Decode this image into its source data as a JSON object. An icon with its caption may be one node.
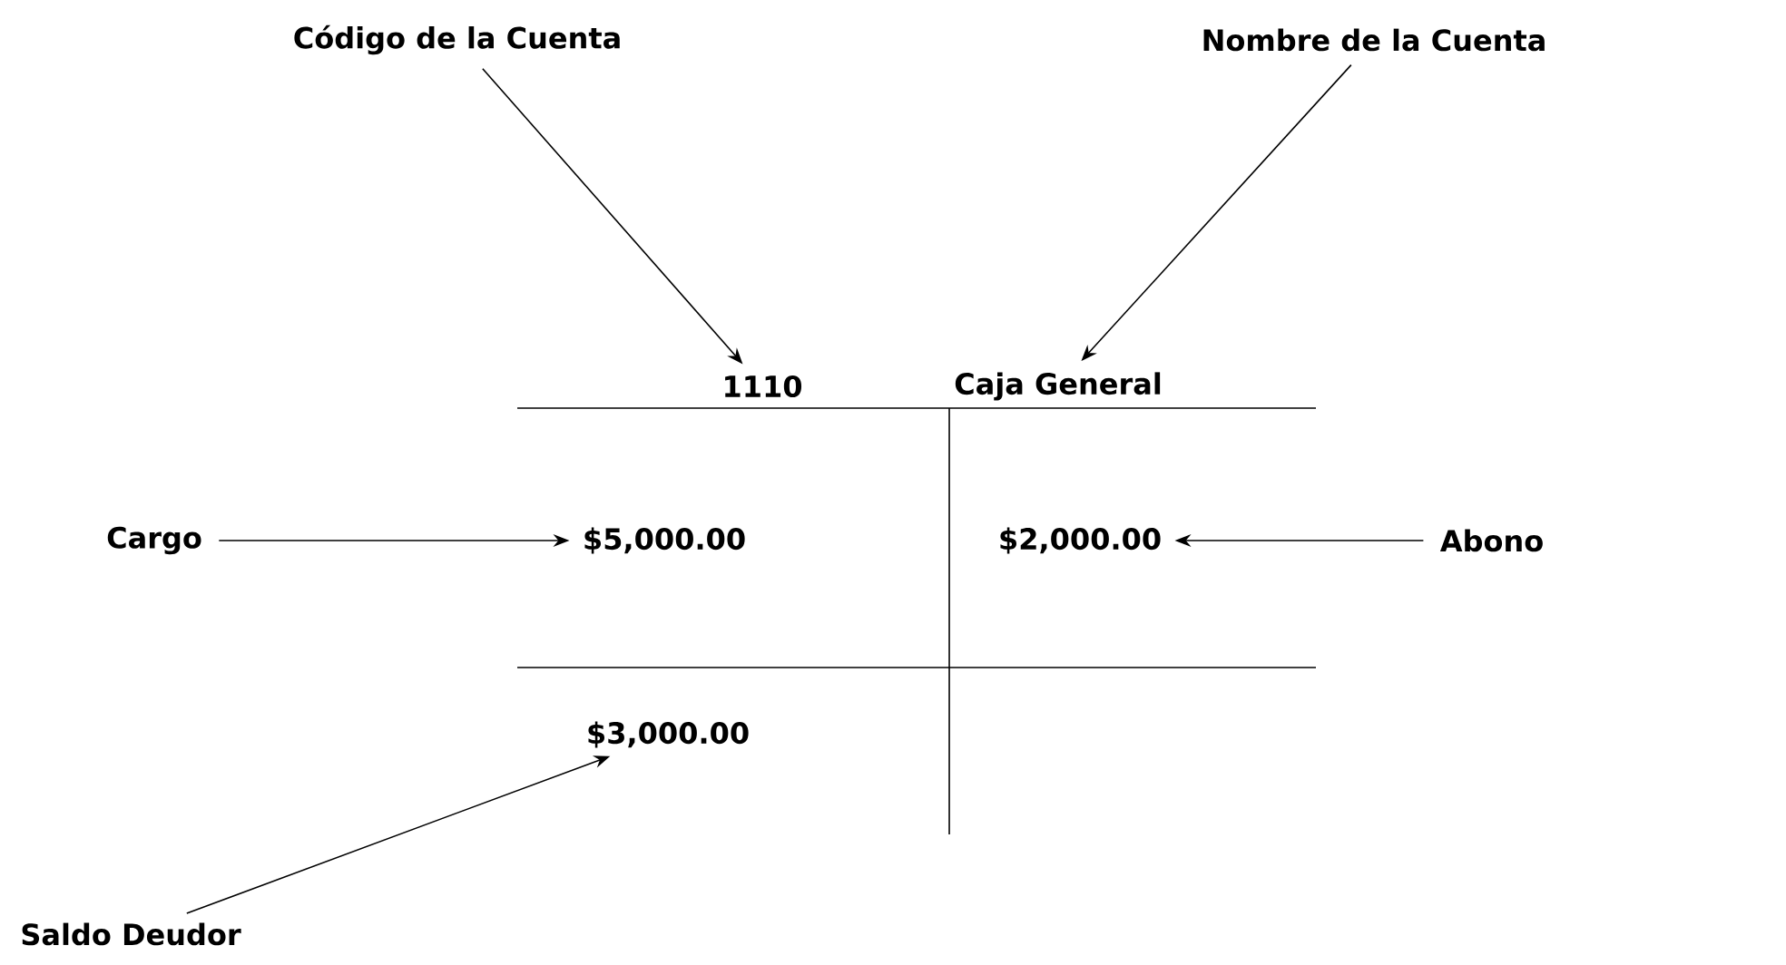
{
  "diagram": {
    "nodes": [
      {
        "text": [
          "Código de la Cuenta"
        ]
      },
      {
        "text": [
          "Nombre de la Cuenta"
        ]
      },
      {
        "text": [
          "1110"
        ]
      },
      {
        "text": [
          "Caja General"
        ]
      },
      {
        "text": [
          "Cargo"
        ]
      },
      {
        "text": [
          "$5,000.00"
        ]
      },
      {
        "text": [
          "$2,000.00"
        ]
      },
      {
        "text": [
          "Abono"
        ]
      },
      {
        "text": [
          "$3,000.00"
        ]
      },
      {
        "text": [
          "Saldo Deudor"
        ]
      }
    ],
    "edges": [
      {
        "from": 0,
        "to": 2,
        "arrow": "to"
      },
      {
        "from": 1,
        "to": 3,
        "arrow": "to"
      },
      {
        "from": 4,
        "to": 5,
        "arrow": "to"
      },
      {
        "from": 7,
        "to": 6,
        "arrow": "to"
      },
      {
        "from": 9,
        "to": 8,
        "arrow": "to"
      }
    ]
  }
}
